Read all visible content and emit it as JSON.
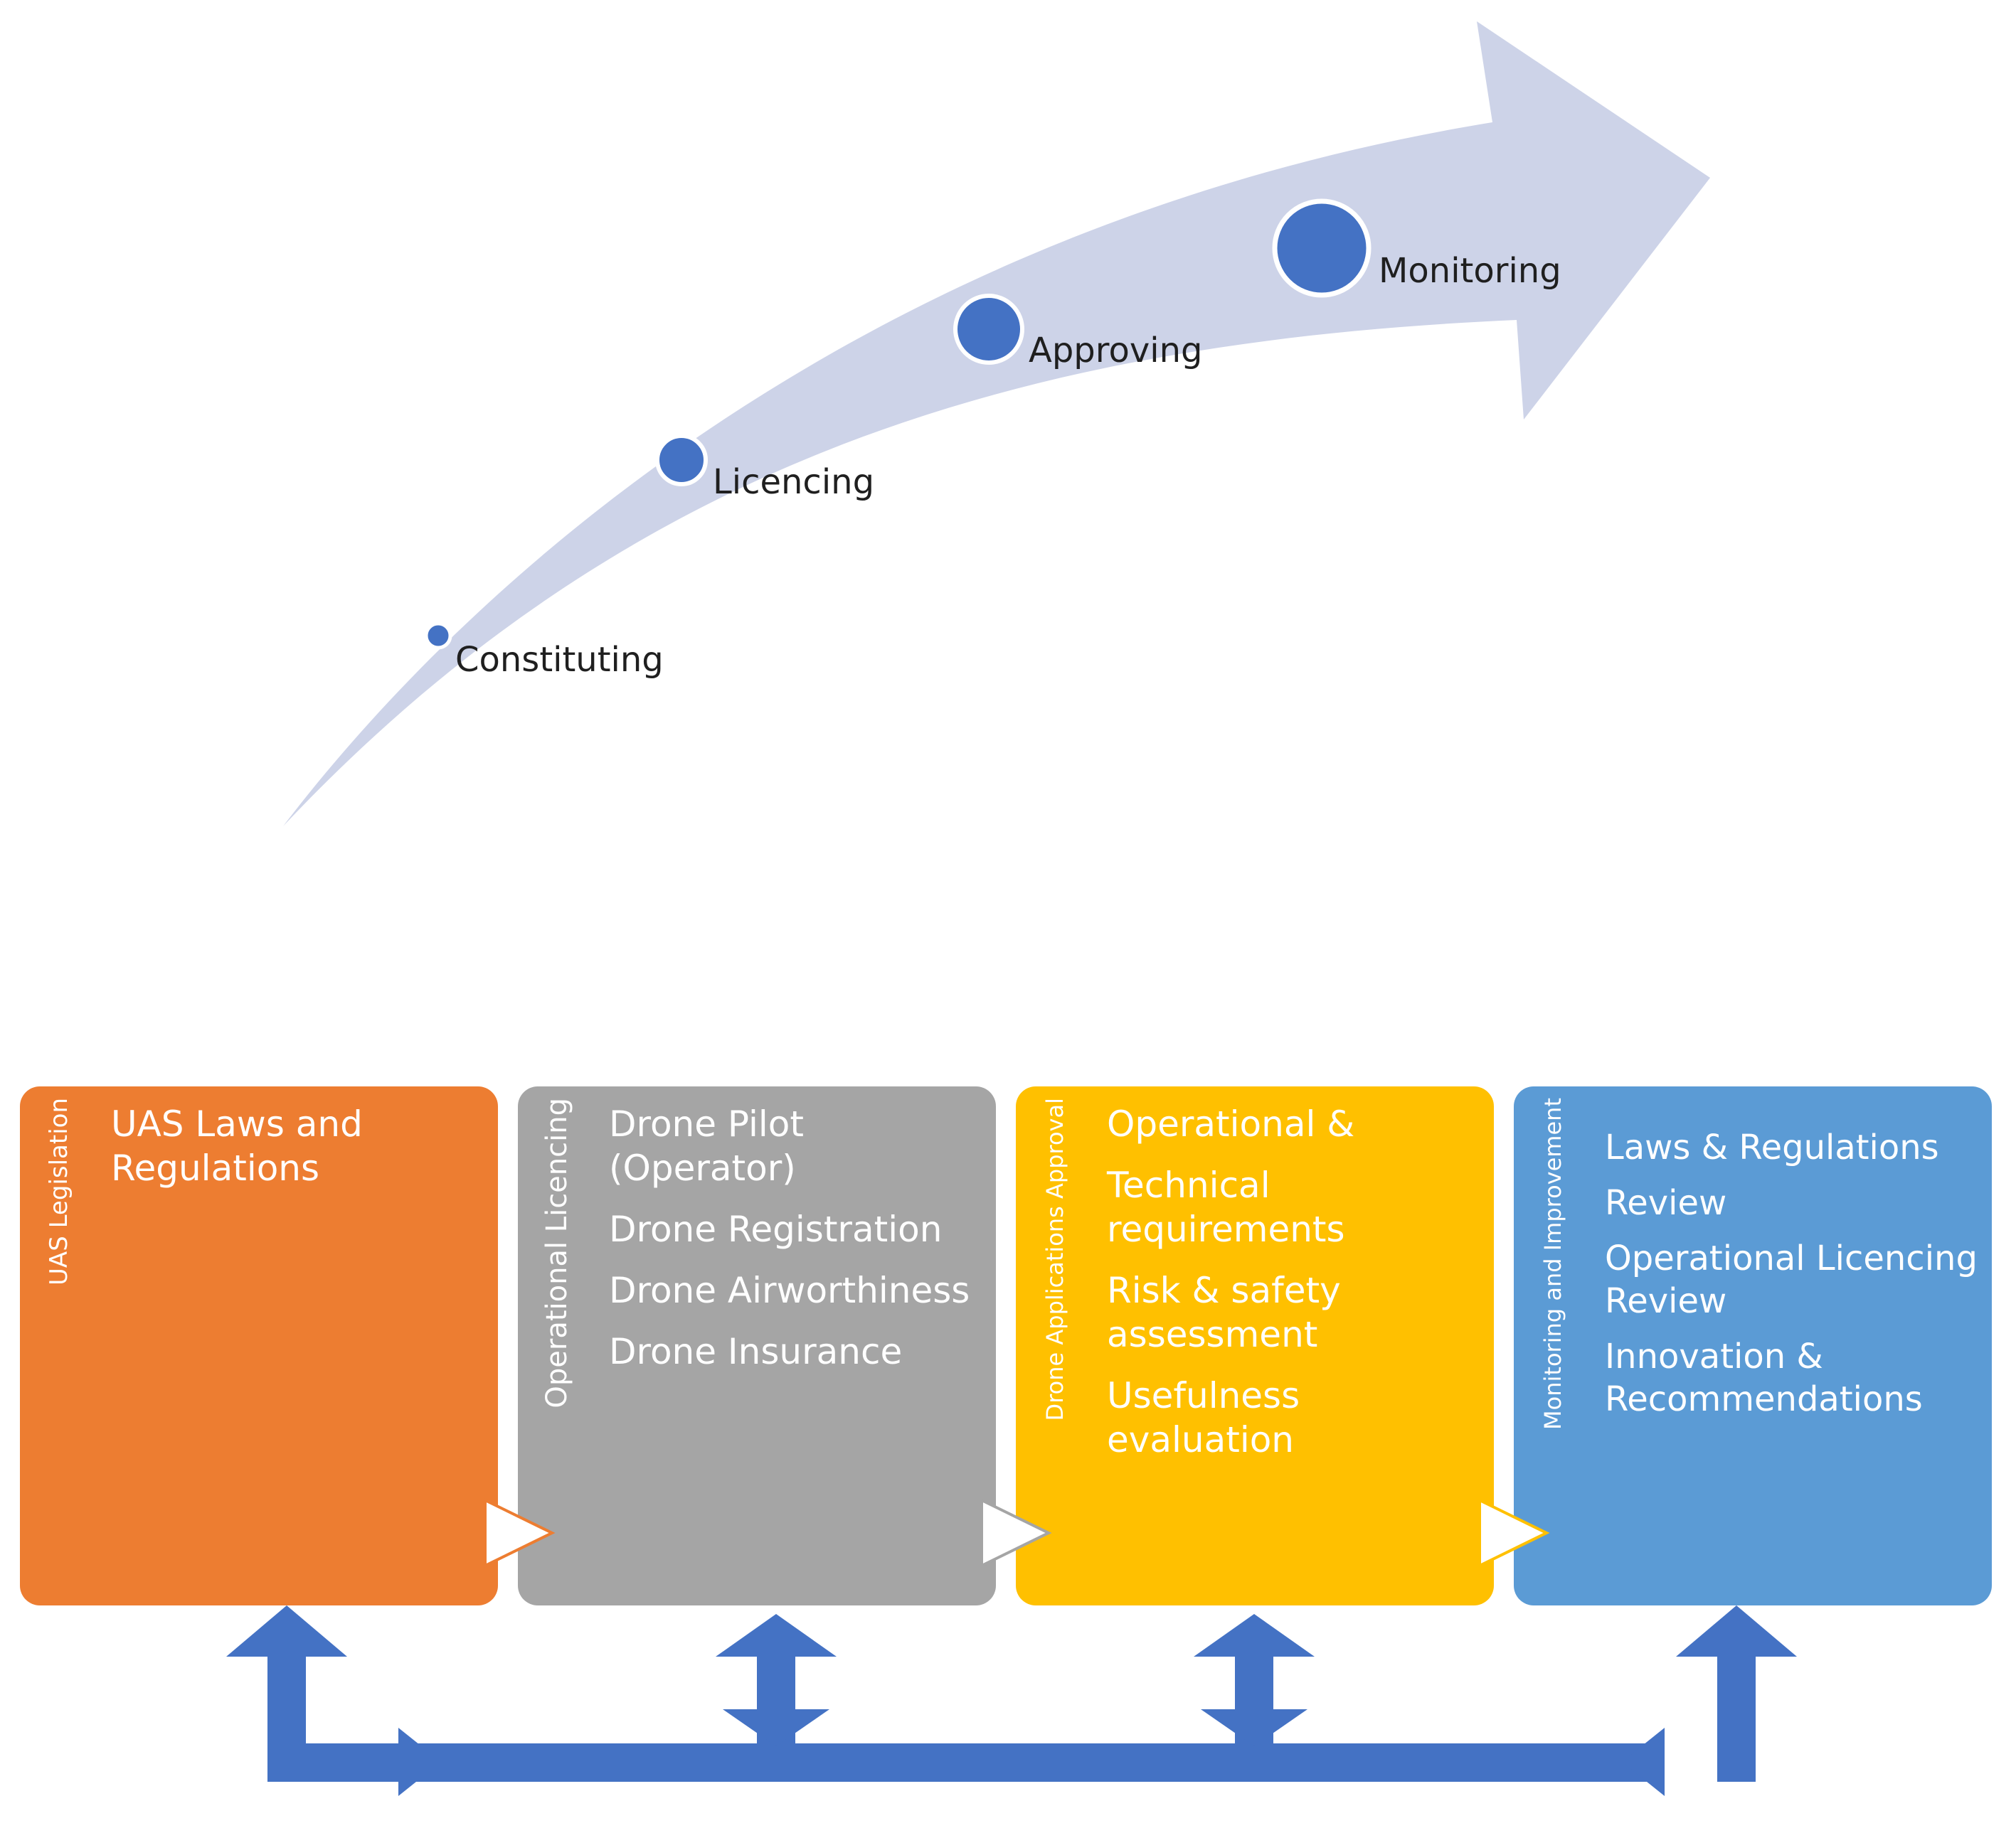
{
  "timeline": {
    "stages": [
      {
        "label": "Constituting"
      },
      {
        "label": "Licencing"
      },
      {
        "label": "Approving"
      },
      {
        "label": "Monitoring"
      }
    ]
  },
  "boxes": [
    {
      "side_title": "UAS Legislation",
      "items": [
        "UAS Laws and Regulations"
      ],
      "color": "#ed7d31"
    },
    {
      "side_title": "Operational Licencing",
      "items": [
        "Drone Pilot (Operator)",
        "Drone Registration",
        "Drone Airworthiness",
        "Drone Insurance"
      ],
      "color": "#a5a5a5"
    },
    {
      "side_title": "Drone Applications Approval",
      "items": [
        "Operational &",
        "Technical requirements",
        "Risk & safety assessment",
        "Usefulness evaluation"
      ],
      "color": "#ffc000"
    },
    {
      "side_title": "Monitoring and Improvement",
      "items": [
        "Laws & Regulations",
        "Review",
        "Operational Licencing Review",
        "Innovation & Recommendations"
      ],
      "color": "#5b9bd5"
    }
  ],
  "colors": {
    "arrow_fill": "#cdd3e8",
    "dot_fill": "#4472c4",
    "connector_fill": "#4472c4"
  }
}
